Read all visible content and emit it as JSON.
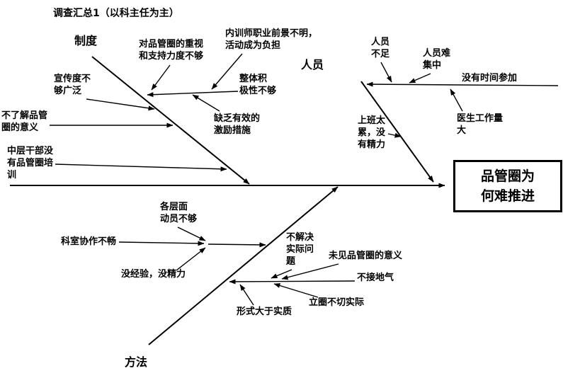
{
  "title": "调查汇总1（以科主任为主）",
  "effect": "品管圈为\n何难推进",
  "categories": {
    "zhidu": "制度",
    "renyuan": "人员",
    "fangfa": "方法"
  },
  "causes": {
    "zhongshi": "对品管圈的重视\n和支持力度不够",
    "xuanchuan": "宣传度不\n够广泛",
    "buliaojie": "不了解品管\n圈的意义",
    "zhongceng": "中层干部没\n有品管圈培\n训",
    "neixunshi": "内训师职业前景不明，\n活动成为负担",
    "zhengti": "整体积\n极性不够",
    "quefa": "缺乏有效的\n激励措施",
    "renyuanbuzu": "人员\n不足",
    "nanjizhong": "人员难\n集中",
    "meiyoushijian": "没有时间参加",
    "yisheng": "医生工作量\n大",
    "shangban": "上班太\n累，没\n有精力",
    "gecengmian": "各层面\n动员不够",
    "keshixiezuo": "科室协作不畅",
    "meijingyan": "没经验，没精力",
    "bujiejue": "不解决\n实际问\n题",
    "weijian": "未见品管圈的意义",
    "bujiediqi": "不接地气",
    "liquan": "立圈不切实际",
    "xingshi": "形式大于实质"
  },
  "colors": {
    "line": "#000000",
    "text": "#000000",
    "background": "#ffffff"
  }
}
